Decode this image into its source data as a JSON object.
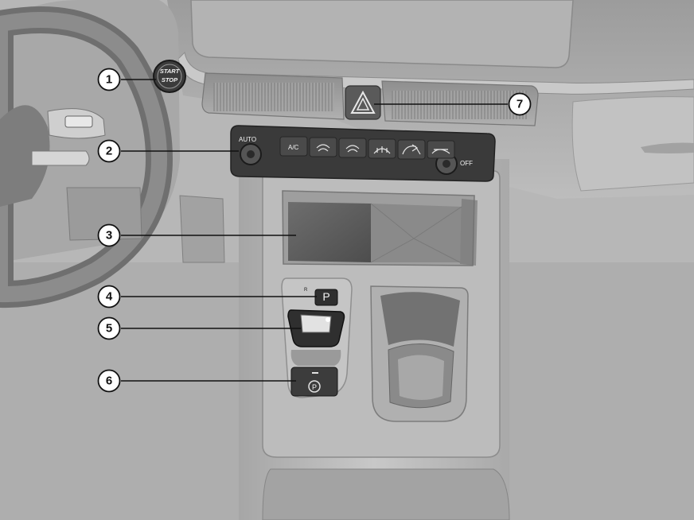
{
  "start_stop_button": {
    "line1": "START",
    "line2": "STOP"
  },
  "climate_panel": {
    "auto_label": "AUTO",
    "ac_label": "A/C",
    "off_label": "OFF"
  },
  "gear_selector": {
    "park_label": "P",
    "reverse_label": "R"
  },
  "callouts": [
    {
      "number": "1"
    },
    {
      "number": "2"
    },
    {
      "number": "3"
    },
    {
      "number": "4"
    },
    {
      "number": "5"
    },
    {
      "number": "6"
    },
    {
      "number": "7"
    }
  ],
  "colors": {
    "background": "#b9b9b9",
    "dark_panel": "#3a3a3a",
    "callout_fill": "#ffffff",
    "callout_stroke": "#111111"
  },
  "icons": {
    "start_stop": "power-button-icon",
    "hazard": "hazard-triangle-icon",
    "parking_brake": "parking-brake-icon",
    "wireless_charger": "charging-pad-icon",
    "fan": "fan-icon",
    "defrost_front": "windshield-defrost-icon",
    "defrost_rear": "rear-defrost-icon",
    "recirculation": "air-recirculation-icon"
  }
}
